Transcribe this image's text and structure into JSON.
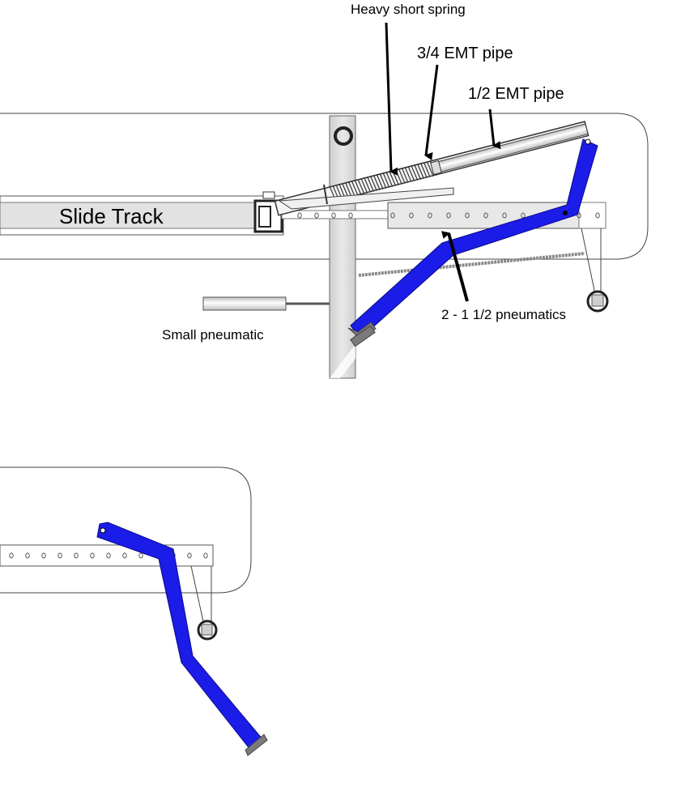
{
  "labels": {
    "spring": "Heavy short spring",
    "emt_three_quarter": "3/4 EMT pipe",
    "emt_half": "1/2 EMT pipe",
    "slide_track": "Slide Track",
    "small_pneumatic": "Small pneumatic",
    "pneumatics": "2 - 1 1/2 pneumatics"
  },
  "colors": {
    "arm": "#1c1ce8",
    "arm_outline": "#0a0a8c",
    "foot_pad": "#7a7a7a",
    "tube_fill": "#dcdcdc",
    "outline": "#333333"
  }
}
